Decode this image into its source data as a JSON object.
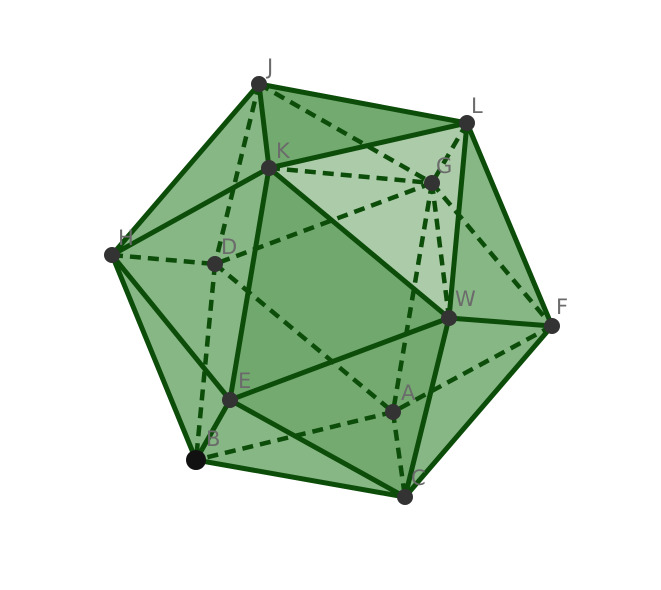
{
  "diagram": {
    "colors": {
      "edge": "#0d4d0a",
      "face": "#3e8a3a",
      "face_light": "#b8d3b5",
      "point": "#333333",
      "label": "#6b6b6b"
    },
    "vertices": [
      {
        "id": "J",
        "label": "J"
      },
      {
        "id": "L",
        "label": "L"
      },
      {
        "id": "K",
        "label": "K"
      },
      {
        "id": "G",
        "label": "G"
      },
      {
        "id": "H",
        "label": "H"
      },
      {
        "id": "D",
        "label": "D"
      },
      {
        "id": "W",
        "label": "W"
      },
      {
        "id": "F",
        "label": "F"
      },
      {
        "id": "E",
        "label": "E"
      },
      {
        "id": "A",
        "label": "A"
      },
      {
        "id": "B",
        "label": "B"
      },
      {
        "id": "C",
        "label": "C"
      }
    ],
    "visible_edges": [
      [
        "J",
        "L"
      ],
      [
        "J",
        "K"
      ],
      [
        "J",
        "H"
      ],
      [
        "L",
        "K"
      ],
      [
        "L",
        "W"
      ],
      [
        "L",
        "F"
      ],
      [
        "K",
        "H"
      ],
      [
        "K",
        "E"
      ],
      [
        "K",
        "W"
      ],
      [
        "H",
        "E"
      ],
      [
        "H",
        "B"
      ],
      [
        "W",
        "E"
      ],
      [
        "W",
        "F"
      ],
      [
        "W",
        "C"
      ],
      [
        "E",
        "B"
      ],
      [
        "E",
        "C"
      ],
      [
        "B",
        "C"
      ],
      [
        "F",
        "C"
      ]
    ],
    "hidden_edges": [
      [
        "J",
        "G"
      ],
      [
        "J",
        "D"
      ],
      [
        "L",
        "G"
      ],
      [
        "K",
        "G"
      ],
      [
        "G",
        "D"
      ],
      [
        "G",
        "F"
      ],
      [
        "G",
        "A"
      ],
      [
        "H",
        "D"
      ],
      [
        "D",
        "B"
      ],
      [
        "D",
        "A"
      ],
      [
        "F",
        "A"
      ],
      [
        "A",
        "B"
      ],
      [
        "A",
        "C"
      ],
      [
        "G",
        "W"
      ]
    ]
  }
}
